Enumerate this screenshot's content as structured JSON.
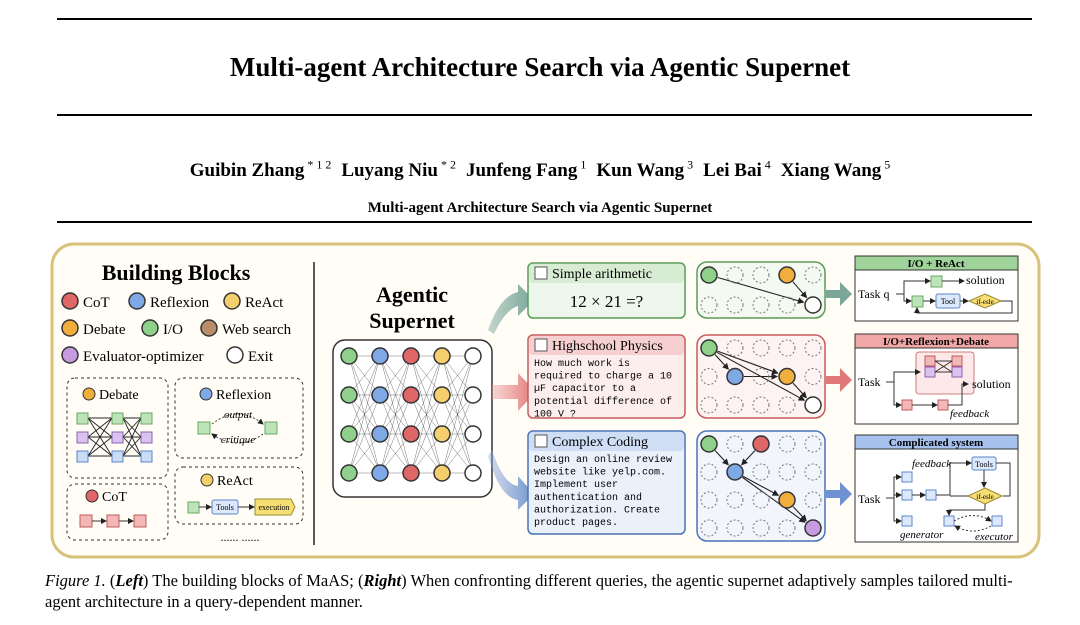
{
  "paper": {
    "title": "Multi-agent Architecture Search via Agentic Supernet",
    "running_head": "Multi-agent Architecture Search via Agentic Supernet",
    "authors": [
      {
        "name": "Guibin Zhang",
        "marks": "* 1 2"
      },
      {
        "name": "Luyang Niu",
        "marks": "* 2"
      },
      {
        "name": "Junfeng Fang",
        "marks": "1"
      },
      {
        "name": "Kun Wang",
        "marks": "3"
      },
      {
        "name": "Lei Bai",
        "marks": "4"
      },
      {
        "name": "Xiang Wang",
        "marks": "5"
      }
    ]
  },
  "figure": {
    "building_blocks": {
      "title": "Building Blocks",
      "legend": [
        {
          "label": "CoT",
          "color": "#e06767"
        },
        {
          "label": "Reflexion",
          "color": "#7ea8e6"
        },
        {
          "label": "ReAct",
          "color": "#f5cf6b"
        },
        {
          "label": "Debate",
          "color": "#f0ae3c"
        },
        {
          "label": "I/O",
          "color": "#8fd08a"
        },
        {
          "label": "Web search",
          "color": "#b98c6a"
        },
        {
          "label": "Evaluator-optimizer",
          "color": "#c79be0"
        },
        {
          "label": "Exit",
          "color": "#ffffff"
        }
      ],
      "panels": {
        "debate": "Debate",
        "reflexion": "Reflexion",
        "reflexion_output": "output",
        "reflexion_critique": "critique",
        "cot": "CoT",
        "react": "ReAct",
        "react_tools": "Tools",
        "react_execution": "execution",
        "more": "...... ......"
      }
    },
    "supernet": {
      "title_line1": "Agentic",
      "title_line2": "Supernet"
    },
    "queries": [
      {
        "title": "Simple arithmetic",
        "body_lines": [
          "12 × 21 =?"
        ]
      },
      {
        "title": "Highschool Physics",
        "body_lines": [
          "How much work is",
          "required to charge a 10",
          "µF capacitor to a",
          "potential difference of",
          "100 V ?"
        ]
      },
      {
        "title": "Complex Coding",
        "body_lines": [
          "Design an online review",
          "website like yelp.com.",
          "Implement user",
          "authentication and",
          "authorization. Create",
          "product pages."
        ]
      }
    ],
    "outputs": [
      {
        "title": "I/O + ReAct",
        "labels": {
          "task": "Task q",
          "solution": "solution",
          "tools": "Tool",
          "ifelse": "if-esle"
        }
      },
      {
        "title": "I/O+Reflexion+Debate",
        "labels": {
          "task": "Task",
          "solution": "solution",
          "feedback": "feedback"
        }
      },
      {
        "title": "Complicated system",
        "labels": {
          "task": "Task",
          "feedback": "feedback",
          "tools": "Tools",
          "ifelse": "if-esle",
          "generator": "generator",
          "executor": "executor"
        }
      }
    ]
  },
  "caption": {
    "label": "Figure 1.",
    "left": "Left",
    "part1": "The building blocks of MaAS;",
    "right": "Right",
    "part2": "When confronting different queries, the agentic supernet adaptively samples tailored multi-agent architecture in a query-dependent manner."
  }
}
